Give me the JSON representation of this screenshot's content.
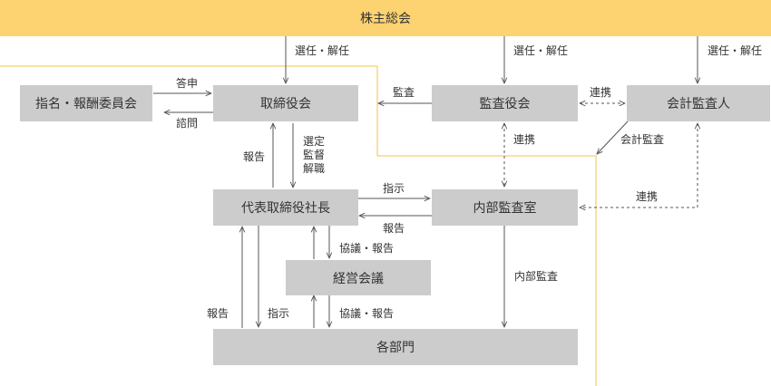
{
  "shareholders_meeting": "株主総会",
  "nodes": {
    "nomination_committee": "指名・報酬委員会",
    "board": "取締役会",
    "audit_board": "監査役会",
    "accounting_auditor": "会計監査人",
    "president": "代表取締役社長",
    "internal_audit": "内部監査室",
    "management_meeting": "経営会議",
    "departments": "各部門"
  },
  "edges": {
    "elect_dismiss": "選任・解任",
    "report_answer": "答申",
    "consult": "諮問",
    "audit": "監査",
    "cooperation": "連携",
    "accounting_audit": "会計監査",
    "report": "報告",
    "select_supervise_dismiss": [
      "選定",
      "監督",
      "解職"
    ],
    "instruct": "指示",
    "discussion_report": "協議・報告",
    "internal_audit": "内部監査"
  },
  "colors": {
    "banner": "#fdd270",
    "boundary": "#f5c34a",
    "box": "#cccccc",
    "line": "#555555"
  }
}
